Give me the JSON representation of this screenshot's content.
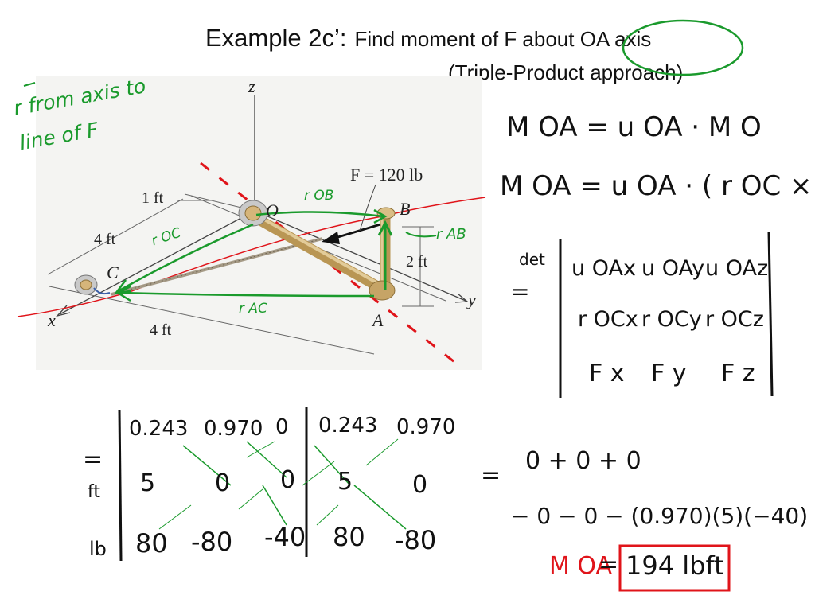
{
  "title": {
    "main": "Example 2c’:",
    "sub": "Find moment of F about OA axis",
    "approach": "(Triple-Product approach)"
  },
  "annotation_r": "r from axis to line of F",
  "figure": {
    "axis_z": "z",
    "axis_y": "y",
    "axis_x": "x",
    "pt_O": "O",
    "pt_B": "B",
    "pt_C": "C",
    "pt_A": "A",
    "force_label": "F = 120 lb",
    "dim_1ft": "1 ft",
    "dim_4ft_left": "4 ft",
    "dim_2ft": "2 ft",
    "dim_4ft_bottom": "4 ft",
    "vec_rOB": "r OB",
    "vec_rOC": "r OC",
    "vec_rAB": "r AB",
    "vec_rAC": "r AC"
  },
  "equations": {
    "eq1": "M OA = u OA · M O",
    "eq2": "M OA = u OA · ( r OC × F )"
  },
  "determinant_symbolic": {
    "prefix_det": "det",
    "prefix_eq": "=",
    "rows": [
      [
        "u OAx",
        "u OAy",
        "u OAz"
      ],
      [
        "r OCx",
        "r OCy",
        "r OCz"
      ],
      [
        "F x",
        "F y",
        "F z"
      ]
    ]
  },
  "determinant_numeric": {
    "eq_sign": "=",
    "unit_ft": "ft",
    "unit_lb": "lb",
    "rows": [
      [
        "0.243",
        "0.970",
        "0",
        "0.243",
        "0.970"
      ],
      [
        "5",
        "0",
        "0",
        "5",
        "0"
      ],
      [
        "80",
        "-80",
        "-40",
        "80",
        "-80"
      ]
    ]
  },
  "result": {
    "eq_sign": "=",
    "line1": "0 + 0 + 0",
    "line2": "− 0 − 0 − (0.970)(5)(−40)",
    "label": "M OA",
    "eq": "=",
    "value": "194 lbft"
  },
  "colors": {
    "green": "#1a9a2c",
    "red": "#e0141a",
    "rod": "#c9a96a"
  }
}
